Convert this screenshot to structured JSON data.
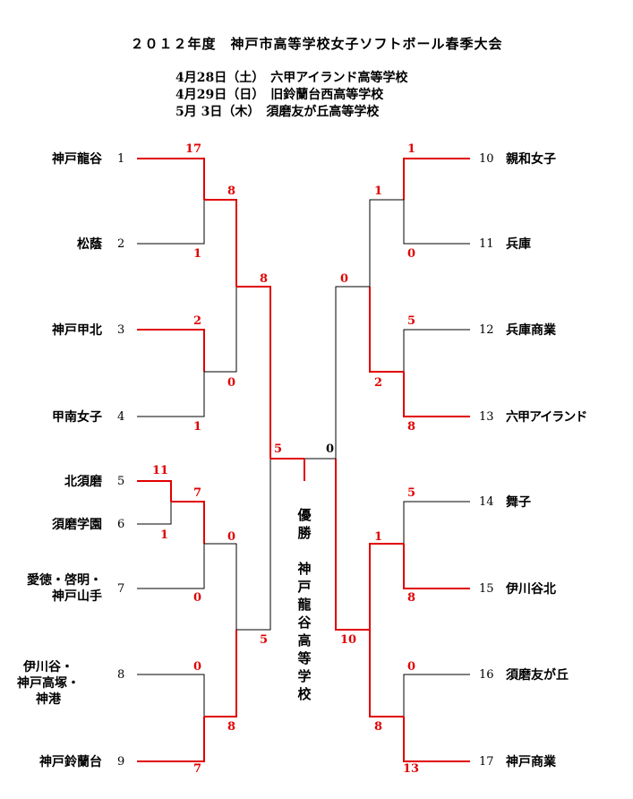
{
  "title": "２０１２年度　神戸市高等学校女子ソフトボール春季大会",
  "venues": [
    "4月28日（土）　六甲アイランド高等学校",
    "4月29日（日）　旧鈴蘭台西高等学校",
    "5月 3日（木）　須磨友が丘高等学校"
  ],
  "left_teams": [
    {
      "seed": "1",
      "name": [
        "神戸龍谷"
      ]
    },
    {
      "seed": "2",
      "name": [
        "松蔭"
      ]
    },
    {
      "seed": "3",
      "name": [
        "神戸甲北"
      ]
    },
    {
      "seed": "4",
      "name": [
        "甲南女子"
      ]
    },
    {
      "seed": "5",
      "name": [
        "北須磨"
      ]
    },
    {
      "seed": "6",
      "name": [
        "須磨学園"
      ]
    },
    {
      "seed": "7",
      "name": [
        "愛徳・啓明・",
        "神戸山手"
      ]
    },
    {
      "seed": "8",
      "name": [
        "伊川谷・",
        "神戸高塚・",
        "神港"
      ]
    },
    {
      "seed": "9",
      "name": [
        "神戸鈴蘭台"
      ]
    }
  ],
  "right_teams": [
    {
      "seed": "10",
      "name": "親和女子"
    },
    {
      "seed": "11",
      "name": "兵庫"
    },
    {
      "seed": "12",
      "name": "兵庫商業"
    },
    {
      "seed": "13",
      "name": "六甲アイランド"
    },
    {
      "seed": "14",
      "name": "舞子"
    },
    {
      "seed": "15",
      "name": "伊川谷北"
    },
    {
      "seed": "16",
      "name": "須磨友が丘"
    },
    {
      "seed": "17",
      "name": "神戸商業"
    }
  ],
  "scores": {
    "l1": "17",
    "l2": "1",
    "l3": "2",
    "l4": "1",
    "l12": "8",
    "l34": "0",
    "l1234": "8",
    "l5": "11",
    "l6": "1",
    "l56": "7",
    "l7": "0",
    "l567": "0",
    "l8": "0",
    "l9": "7",
    "l89": "8",
    "l56789": "5",
    "lsemi_top": "5",
    "r10": "1",
    "r11": "0",
    "r1011": "1",
    "r12": "5",
    "r13": "8",
    "r1213": "2",
    "r_top": "0",
    "r_final": "0",
    "r14": "5",
    "r15": "8",
    "r1415": "1",
    "r16": "0",
    "r17": "13",
    "r1617": "8",
    "r_bottom": "10"
  },
  "champion": {
    "label": [
      "優",
      "勝"
    ],
    "team": [
      "神",
      "戸",
      "龍",
      "谷",
      "高",
      "等",
      "学",
      "校"
    ]
  },
  "colors": {
    "win": "#e00000",
    "lose": "#000000"
  }
}
